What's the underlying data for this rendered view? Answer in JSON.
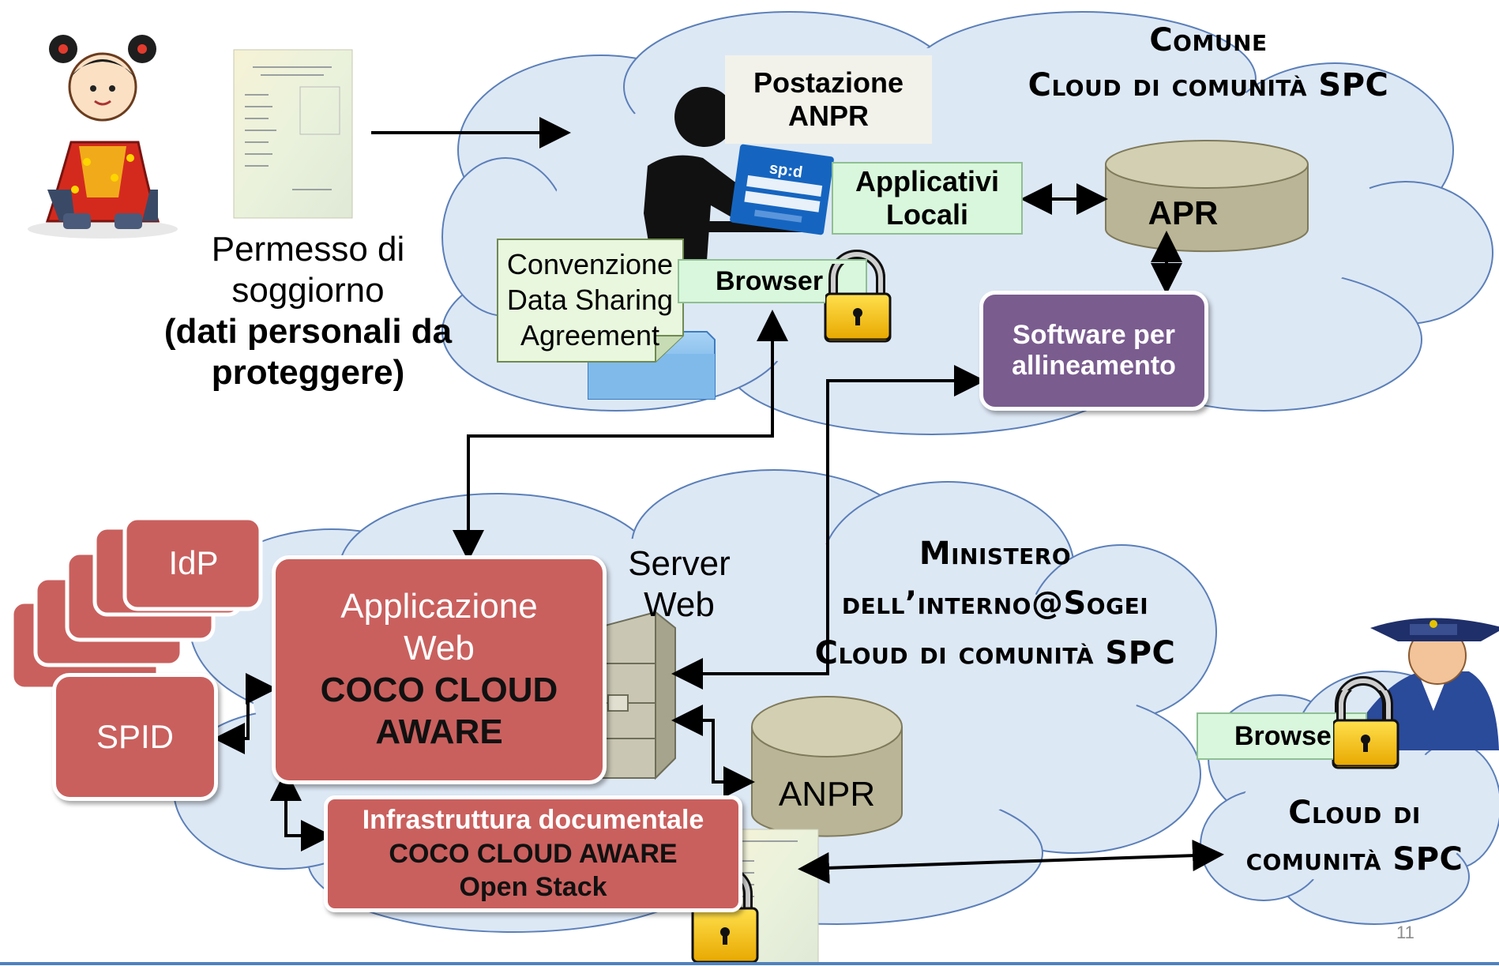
{
  "comune": {
    "line1": "Comune",
    "line2": "Cloud di comunità SPC"
  },
  "ministero": {
    "line1": "Ministero",
    "line2": "dell’interno@Sogei",
    "line3": "Cloud di comunità SPC"
  },
  "spc_cloud_small": {
    "line1": "Cloud di",
    "line2": "comunità SPC"
  },
  "permesso": {
    "line1": "Permesso di",
    "line2": "soggiorno",
    "line3": "(dati personali da",
    "line4": "proteggere)"
  },
  "postazione": {
    "line1": "Postazione",
    "line2": "ANPR"
  },
  "applicativi": {
    "line1": "Applicativi",
    "line2": "Locali"
  },
  "apr": {
    "label": "APR"
  },
  "software": {
    "line1": "Software per",
    "line2": "allineamento"
  },
  "convenzione": {
    "line1": "Convenzione",
    "line2": "Data Sharing",
    "line3": "Agreement"
  },
  "browser_top": {
    "label": "Browser"
  },
  "browser_right": {
    "label": "Browser"
  },
  "spid_logo": {
    "label": "sp:d"
  },
  "idp": {
    "label": "IdP"
  },
  "spid": {
    "label": "SPID"
  },
  "app_web": {
    "line1": "Applicazione",
    "line2": "Web",
    "line3": "COCO CLOUD",
    "line4": "AWARE"
  },
  "server_web": {
    "line1": "Server",
    "line2": "Web"
  },
  "anpr_db": {
    "label": "ANPR"
  },
  "infra": {
    "line1": "Infrastruttura documentale",
    "line2": "COCO CLOUD AWARE",
    "line3": "Open Stack"
  },
  "page_number": "11",
  "colors": {
    "cloud_fill": "#dde8f5",
    "cloud_stroke": "#5b7fb8",
    "red_box": "#c9605e",
    "purple_box": "#7a5c8f",
    "green_box": "#d9f7dc",
    "db_fill": "#b9b596",
    "lock": "#f5c400",
    "footer_line": "#4f81bd"
  },
  "icons": [
    "girl-icon",
    "document-icon",
    "user-at-desk-icon",
    "folder-icon",
    "lock-icon",
    "server-cabinet-icon",
    "policeman-icon",
    "database-icon"
  ]
}
